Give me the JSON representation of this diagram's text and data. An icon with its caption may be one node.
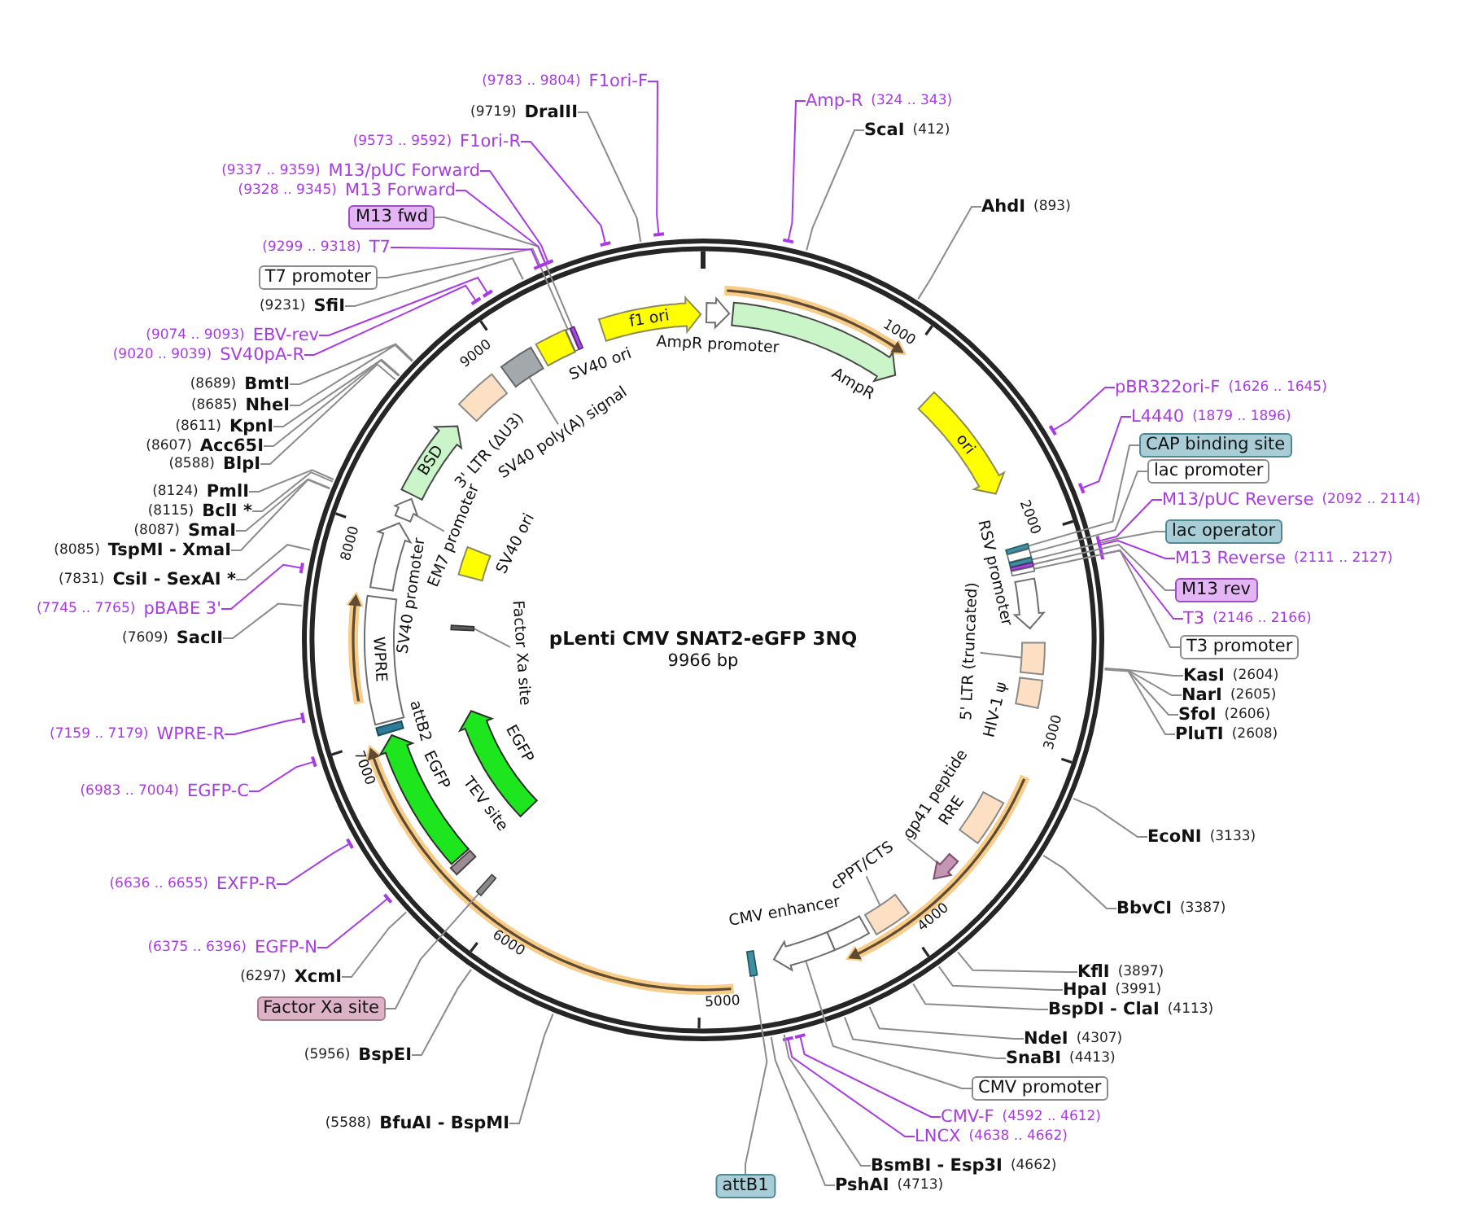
{
  "diagram": {
    "title": "pLenti CMV SNAT2-eGFP 3NQ",
    "nodes": [
      {
        "text": [
          "Amp-R",
          "(324 .. 343)"
        ]
      },
      {
        "text": [
          "ScaI",
          "(412)"
        ]
      },
      {
        "text": [
          "AhdI",
          "(893)"
        ]
      },
      {
        "text": [
          "pBR322ori-F",
          "(1626 .. 1645)"
        ]
      },
      {
        "text": [
          "L4440",
          "(1879 .. 1896)"
        ]
      },
      {
        "text": [
          "CAP binding site"
        ]
      },
      {
        "text": [
          "lac promoter"
        ]
      },
      {
        "text": [
          "M13/pUC Reverse",
          "(2092 .. 2114)"
        ]
      },
      {
        "text": [
          "lac operator"
        ]
      },
      {
        "text": [
          "M13 Reverse",
          "(2111 .. 2127)"
        ]
      },
      {
        "text": [
          "M13 rev"
        ]
      },
      {
        "text": [
          "T3",
          "(2146 .. 2166)"
        ]
      },
      {
        "text": [
          "T3 promoter"
        ]
      },
      {
        "text": [
          "KasI",
          "(2604)"
        ]
      },
      {
        "text": [
          "NarI",
          "(2605)"
        ]
      },
      {
        "text": [
          "SfoI",
          "(2606)"
        ]
      },
      {
        "text": [
          "PluTI",
          "(2608)"
        ]
      },
      {
        "text": [
          "EcoNI",
          "(3133)"
        ]
      },
      {
        "text": [
          "BbvCI",
          "(3387)"
        ]
      },
      {
        "text": [
          "KflI",
          "(3897)"
        ]
      },
      {
        "text": [
          "HpaI",
          "(3991)"
        ]
      },
      {
        "text": [
          "BspDI - ClaI",
          "(4113)"
        ]
      },
      {
        "text": [
          "NdeI",
          "(4307)"
        ]
      },
      {
        "text": [
          "SnaBI",
          "(4413)"
        ]
      },
      {
        "text": [
          "CMV promoter"
        ]
      },
      {
        "text": [
          "CMV-F",
          "(4592 .. 4612)"
        ]
      },
      {
        "text": [
          "LNCX",
          "(4638 .. 4662)"
        ]
      },
      {
        "text": [
          "BsmBI - Esp3I",
          "(4662)"
        ]
      },
      {
        "text": [
          "PshAI",
          "(4713)"
        ]
      },
      {
        "text": [
          "attB1"
        ]
      },
      {
        "text": [
          "(5588)",
          "BfuAI - BspMI"
        ]
      },
      {
        "text": [
          "(5956)",
          "BspEI"
        ]
      },
      {
        "text": [
          "Factor Xa site"
        ]
      },
      {
        "text": [
          "(6297)",
          "XcmI"
        ]
      },
      {
        "text": [
          "(6375 .. 6396)",
          "EGFP-N"
        ]
      },
      {
        "text": [
          "(6636 .. 6655)",
          "EXFP-R"
        ]
      },
      {
        "text": [
          "(6983 .. 7004)",
          "EGFP-C"
        ]
      },
      {
        "text": [
          "(7159 .. 7179)",
          "WPRE-R"
        ]
      },
      {
        "text": [
          "(7609)",
          "SacII"
        ]
      },
      {
        "text": [
          "(7745 .. 7765)",
          "pBABE 3'"
        ]
      },
      {
        "text": [
          "(7831)",
          "CsiI - SexAI *"
        ]
      },
      {
        "text": [
          "(8085)",
          "TspMI - XmaI"
        ]
      },
      {
        "text": [
          "(8087)",
          "SmaI"
        ]
      },
      {
        "text": [
          "(8115)",
          "BclI *"
        ]
      },
      {
        "text": [
          "(8124)",
          "PmlI"
        ]
      },
      {
        "text": [
          "(8588)",
          "BlpI"
        ]
      },
      {
        "text": [
          "(8607)",
          "Acc65I"
        ]
      },
      {
        "text": [
          "(8611)",
          "KpnI"
        ]
      },
      {
        "text": [
          "(8685)",
          "NheI"
        ]
      },
      {
        "text": [
          "(8689)",
          "BmtI"
        ]
      },
      {
        "text": [
          "(9020 .. 9039)",
          "SV40pA-R"
        ]
      },
      {
        "text": [
          "(9074 .. 9093)",
          "EBV-rev"
        ]
      },
      {
        "text": [
          "(9231)",
          "SfiI"
        ]
      },
      {
        "text": [
          "T7 promoter"
        ]
      },
      {
        "text": [
          "(9299 .. 9318)",
          "T7"
        ]
      },
      {
        "text": [
          "M13 fwd"
        ]
      },
      {
        "text": [
          "(9328 .. 9345)",
          "M13 Forward"
        ]
      },
      {
        "text": [
          "(9337 .. 9359)",
          "M13/pUC Forward"
        ]
      },
      {
        "text": [
          "(9573 .. 9592)",
          "F1ori-R"
        ]
      },
      {
        "text": [
          "(9719)",
          "DraIII"
        ]
      },
      {
        "text": [
          "(9783 .. 9804)",
          "F1ori-F"
        ]
      },
      {
        "text": [
          "AmpR promoter"
        ]
      },
      {
        "text": [
          "AmpR"
        ]
      },
      {
        "text": [
          "ori"
        ]
      },
      {
        "text": [
          "RSV promoter"
        ]
      },
      {
        "text": [
          "5' LTR (truncated)"
        ]
      },
      {
        "text": [],
        "shape": "box"
      },
      {
        "text": [
          "HIV-1 ψ"
        ]
      },
      {
        "text": [
          "RRE"
        ]
      },
      {
        "text": [
          "gp41 peptide"
        ]
      },
      {
        "text": [],
        "shape": "pentagon"
      },
      {
        "text": [
          "cPPT/CTS"
        ]
      },
      {
        "text": [],
        "shape": "box"
      },
      {
        "text": [
          "CMV enhancer"
        ]
      },
      {
        "text": [
          "TEV site"
        ]
      },
      {
        "text": [
          "EGFP"
        ]
      },
      {
        "text": [
          "attB2"
        ]
      },
      {
        "text": [
          "WPRE"
        ]
      },
      {
        "text": [
          "SV40 promoter"
        ]
      },
      {
        "text": [
          "EM7 promoter"
        ]
      },
      {
        "text": [],
        "shape": "pentagon"
      },
      {
        "text": [
          "BSD"
        ]
      },
      {
        "text": [
          "3' LTR (ΔU3)"
        ]
      },
      {
        "text": [
          "SV40 poly(A) signal"
        ]
      },
      {
        "text": [],
        "shape": "box"
      },
      {
        "text": [
          "SV40 ori"
        ]
      },
      {
        "text": [
          "f1 ori"
        ]
      },
      {
        "text": [
          "EGFP"
        ]
      },
      {
        "text": [
          "Factor Xa site"
        ]
      },
      {
        "text": [],
        "shape": "bar"
      },
      {
        "text": [
          "SV40 ori"
        ]
      },
      {
        "text": [],
        "shape": "bar"
      },
      {
        "text": [],
        "shape": "bar"
      },
      {
        "text": [],
        "shape": "bar"
      },
      {
        "text": [],
        "shape": "bar"
      },
      {
        "text": [],
        "shape": "bar"
      },
      {
        "text": [],
        "shape": "pentagon"
      },
      {
        "text": [],
        "shape": "bar"
      },
      {
        "text": [],
        "shape": "bar"
      },
      {
        "text": [],
        "shape": "bar"
      },
      {
        "text": [],
        "shape": "bar"
      }
    ],
    "edges": [
      {
        "from": 0,
        "to": null,
        "arrow": "other",
        "color": "#a93be6"
      },
      {
        "from": 1,
        "to": null,
        "arrow": "none"
      },
      {
        "from": 2,
        "to": null,
        "arrow": "none"
      },
      {
        "from": 3,
        "to": null,
        "arrow": "other",
        "color": "#a93be6"
      },
      {
        "from": 4,
        "to": null,
        "arrow": "other",
        "color": "#a93be6"
      },
      {
        "from": 5,
        "to": 91,
        "arrow": "none"
      },
      {
        "from": 6,
        "to": 92,
        "arrow": "none"
      },
      {
        "from": 7,
        "to": null,
        "arrow": "other",
        "color": "#a93be6"
      },
      {
        "from": 8,
        "to": 93,
        "arrow": "none"
      },
      {
        "from": 9,
        "to": null,
        "arrow": "other",
        "color": "#a93be6"
      },
      {
        "from": 10,
        "to": 94,
        "arrow": "none"
      },
      {
        "from": 11,
        "to": null,
        "arrow": "other",
        "color": "#a93be6"
      },
      {
        "from": 12,
        "to": 95,
        "arrow": "none"
      },
      {
        "from": 13,
        "to": null,
        "arrow": "none"
      },
      {
        "from": 14,
        "to": null,
        "arrow": "none"
      },
      {
        "from": 15,
        "to": null,
        "arrow": "none"
      },
      {
        "from": 16,
        "to": null,
        "arrow": "none"
      },
      {
        "from": 17,
        "to": null,
        "arrow": "none"
      },
      {
        "from": 18,
        "to": null,
        "arrow": "none"
      },
      {
        "from": 19,
        "to": null,
        "arrow": "none"
      },
      {
        "from": 20,
        "to": null,
        "arrow": "none"
      },
      {
        "from": 21,
        "to": null,
        "arrow": "none"
      },
      {
        "from": 22,
        "to": null,
        "arrow": "none"
      },
      {
        "from": 23,
        "to": null,
        "arrow": "none"
      },
      {
        "from": 24,
        "to": 96,
        "arrow": "none"
      },
      {
        "from": 25,
        "to": null,
        "arrow": "other",
        "color": "#a93be6"
      },
      {
        "from": 26,
        "to": null,
        "arrow": "other",
        "color": "#a93be6"
      },
      {
        "from": 27,
        "to": null,
        "arrow": "none"
      },
      {
        "from": 28,
        "to": null,
        "arrow": "none"
      },
      {
        "from": 29,
        "to": 97,
        "arrow": "none"
      },
      {
        "from": 30,
        "to": null,
        "arrow": "none"
      },
      {
        "from": 31,
        "to": null,
        "arrow": "none"
      },
      {
        "from": 32,
        "to": 98,
        "arrow": "none"
      },
      {
        "from": 33,
        "to": null,
        "arrow": "none"
      },
      {
        "from": 34,
        "to": null,
        "arrow": "other",
        "color": "#a93be6"
      },
      {
        "from": 35,
        "to": null,
        "arrow": "other",
        "color": "#a93be6"
      },
      {
        "from": 36,
        "to": null,
        "arrow": "other",
        "color": "#a93be6"
      },
      {
        "from": 37,
        "to": null,
        "arrow": "other",
        "color": "#a93be6"
      },
      {
        "from": 38,
        "to": null,
        "arrow": "none"
      },
      {
        "from": 39,
        "to": null,
        "arrow": "other",
        "color": "#a93be6"
      },
      {
        "from": 40,
        "to": null,
        "arrow": "none"
      },
      {
        "from": 41,
        "to": null,
        "arrow": "none"
      },
      {
        "from": 42,
        "to": null,
        "arrow": "none"
      },
      {
        "from": 43,
        "to": null,
        "arrow": "none"
      },
      {
        "from": 44,
        "to": null,
        "arrow": "none"
      },
      {
        "from": 45,
        "to": null,
        "arrow": "none"
      },
      {
        "from": 46,
        "to": null,
        "arrow": "none"
      },
      {
        "from": 47,
        "to": null,
        "arrow": "none"
      },
      {
        "from": 48,
        "to": null,
        "arrow": "none"
      },
      {
        "from": 49,
        "to": null,
        "arrow": "none"
      },
      {
        "from": 50,
        "to": null,
        "arrow": "other",
        "color": "#a93be6"
      },
      {
        "from": 51,
        "to": null,
        "arrow": "other",
        "color": "#a93be6"
      },
      {
        "from": 52,
        "to": null,
        "arrow": "none"
      },
      {
        "from": 53,
        "to": 99,
        "arrow": "none"
      },
      {
        "from": 54,
        "to": null,
        "arrow": "other",
        "color": "#a93be6"
      },
      {
        "from": 55,
        "to": 100,
        "arrow": "none"
      },
      {
        "from": 56,
        "to": null,
        "arrow": "other",
        "color": "#a93be6"
      },
      {
        "from": 57,
        "to": null,
        "arrow": "other",
        "color": "#a93be6"
      },
      {
        "from": 58,
        "to": null,
        "arrow": "other",
        "color": "#a93be6"
      },
      {
        "from": 59,
        "to": null,
        "arrow": "none"
      },
      {
        "from": 60,
        "to": null,
        "arrow": "other",
        "color": "#a93be6"
      },
      {
        "from": 65,
        "to": 66,
        "arrow": "none"
      },
      {
        "from": 69,
        "to": 70,
        "arrow": "none"
      },
      {
        "from": 71,
        "to": 72,
        "arrow": "none"
      },
      {
        "from": 79,
        "to": 80,
        "arrow": "none"
      },
      {
        "from": 83,
        "to": 84,
        "arrow": "none"
      },
      {
        "from": 88,
        "to": 89,
        "arrow": "none"
      }
    ],
    "labels": [
      "9966 bp",
      "1000",
      "2000",
      "3000",
      "4000",
      "5000",
      "6000",
      "7000",
      "8000",
      "9000"
    ]
  }
}
